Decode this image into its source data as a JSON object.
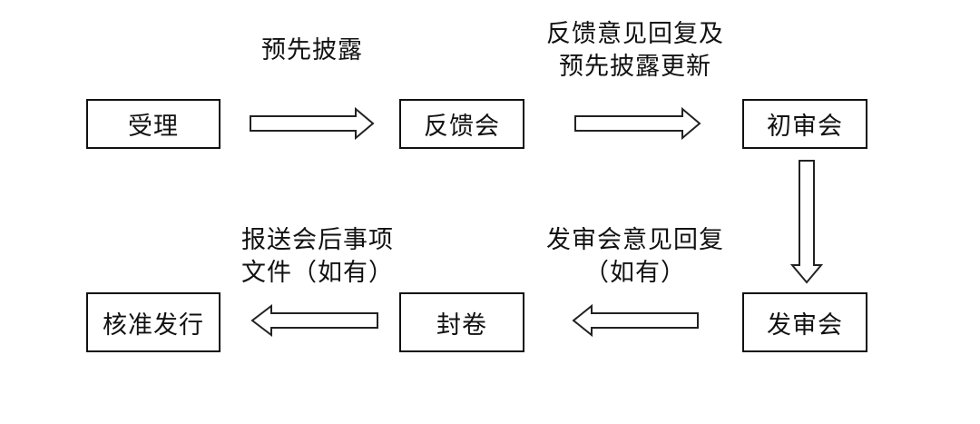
{
  "nodes": {
    "acceptance": "受理",
    "feedback_meeting": "反馈会",
    "preliminary_review": "初审会",
    "issuance_committee": "发审会",
    "file_sealing": "封卷",
    "approval_issuance": "核准发行"
  },
  "edge_labels": {
    "pre_disclosure": "预先披露",
    "feedback_reply_line1": "反馈意见回复及",
    "feedback_reply_line2": "预先披露更新",
    "committee_reply_line1": "发审会意见回复",
    "committee_reply_line2": "（如有）",
    "post_meeting_line1": "报送会后事项",
    "post_meeting_line2": "文件（如有）"
  }
}
